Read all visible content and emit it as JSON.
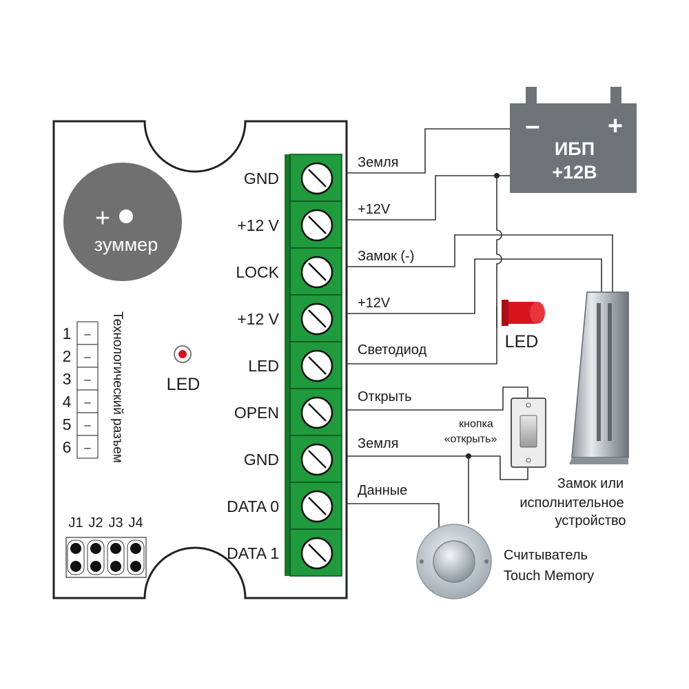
{
  "controller": {
    "buzzer_label": "зуммер",
    "buzzer_symbol": "+",
    "led_label": "LED",
    "header_title": "Технологический разъем",
    "header_pins": [
      "1",
      "2",
      "3",
      "4",
      "5",
      "6"
    ],
    "header_pin_mark": "–",
    "jumpers": [
      "J1",
      "J2",
      "J3",
      "J4"
    ]
  },
  "terminals": [
    {
      "label": "GND",
      "wire": "Земля"
    },
    {
      "label": "+12 V",
      "wire": "+12V"
    },
    {
      "label": "LOCK",
      "wire": "Замок (-)"
    },
    {
      "label": "+12 V",
      "wire": "+12V"
    },
    {
      "label": "LED",
      "wire": "Светодиод"
    },
    {
      "label": "OPEN",
      "wire": "Открыть"
    },
    {
      "label": "GND",
      "wire": "Земля"
    },
    {
      "label": "DATA 0",
      "wire": "Данные"
    },
    {
      "label": "DATA 1",
      "wire": ""
    }
  ],
  "ups": {
    "minus": "–",
    "plus": "+",
    "line1": "ИБП",
    "line2": "+12В"
  },
  "external_led": {
    "label": "LED"
  },
  "button": {
    "line1": "кнопка",
    "line2": "«открыть»"
  },
  "lock": {
    "line1": "Замок или",
    "line2": "исполнительное",
    "line3": "устройство"
  },
  "reader": {
    "line1": "Считыватель",
    "line2": "Touch Memory"
  },
  "colors": {
    "terminal_green": "#1f9a3c",
    "ups_gray": "#6e7377",
    "buzzer_gray": "#707070",
    "led_red": "#d7141e"
  }
}
